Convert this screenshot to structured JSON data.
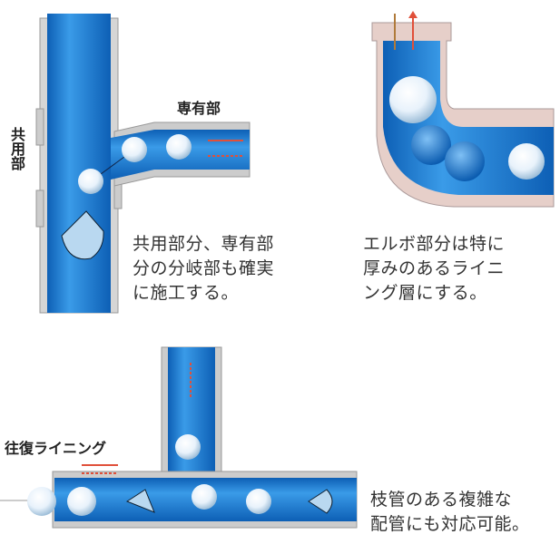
{
  "labels": {
    "private_part": "専有部",
    "common_part": "共用部",
    "round_trip_lining": "往復ライニング"
  },
  "captions": {
    "branch": [
      "共用部分、専有部",
      "分の分岐部も確実",
      "に施工する。"
    ],
    "elbow": [
      "エルボ部分は特に",
      "厚みのあるライニ",
      "ング層にする。"
    ],
    "complex": [
      "枝管のある複雑な",
      "配管にも対応可能。"
    ]
  },
  "colors": {
    "pipe_blue": "#1f7fd6",
    "lining_dark": "#0d5fb5",
    "pipe_wall": "#c8c8c8",
    "elbow_wall": "#e6cfc9",
    "arrow_red": "#e0503a",
    "arrow_brown": "#b07a3a"
  }
}
